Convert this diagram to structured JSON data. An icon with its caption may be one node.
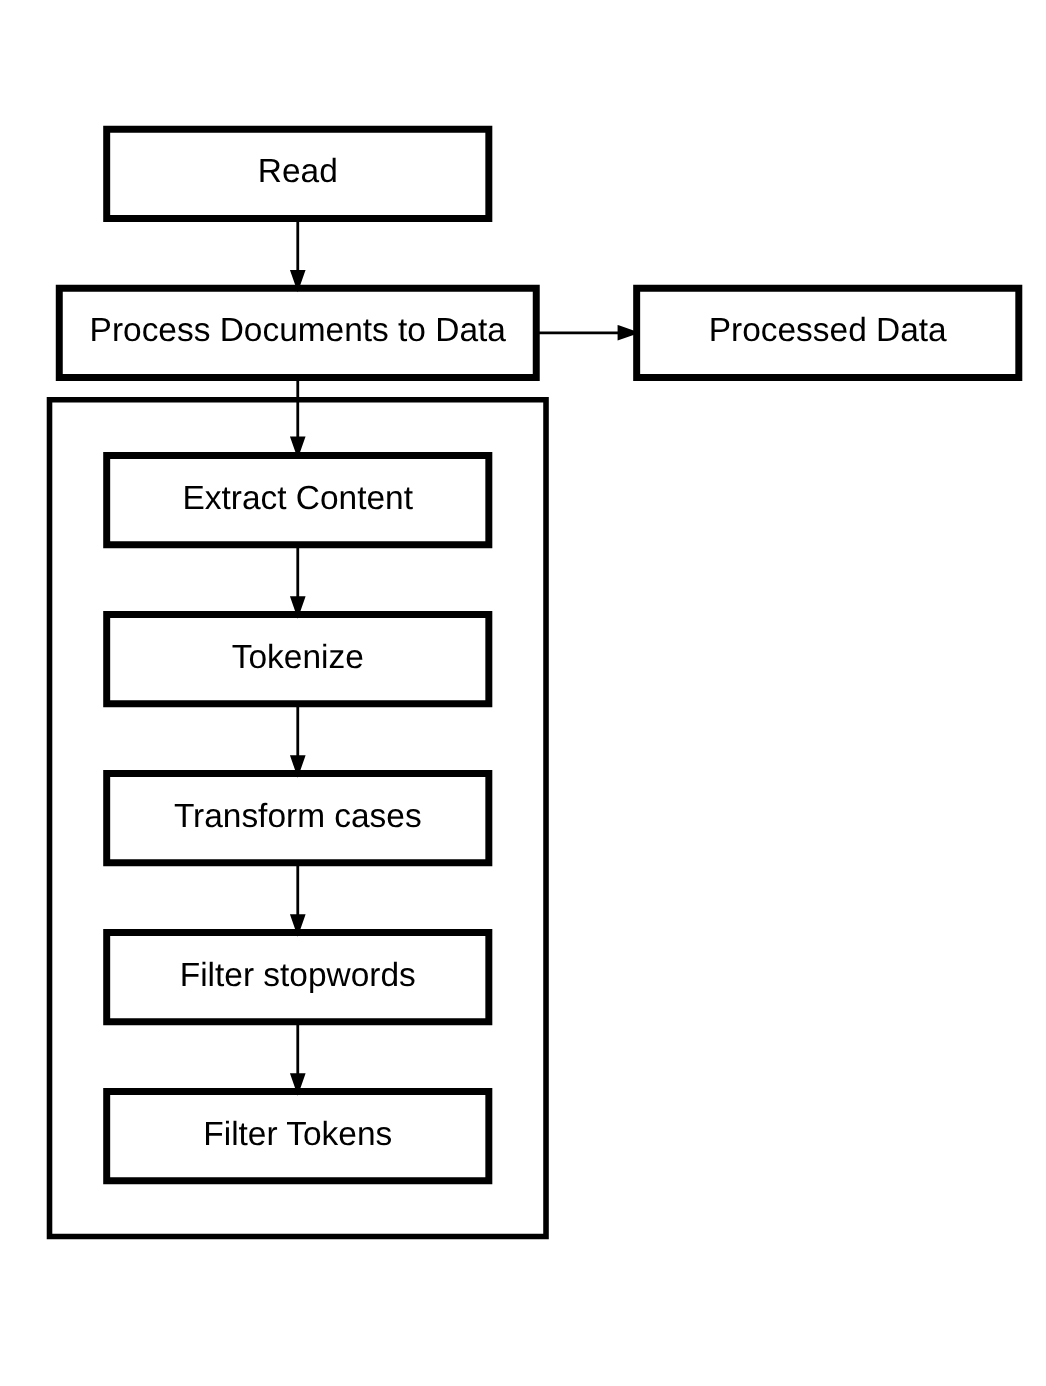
{
  "diagram": {
    "nodes": [
      {
        "text": [
          "Read"
        ]
      },
      {
        "text": [
          "Process Documents to Data"
        ]
      },
      {
        "text": [
          "Processed Data"
        ]
      },
      {
        "text": [],
        "shape": "box"
      },
      {
        "text": [
          "Extract Content"
        ],
        "in": 3
      },
      {
        "text": [
          "Tokenize"
        ],
        "in": 3
      },
      {
        "text": [
          "Transform cases"
        ],
        "in": 3
      },
      {
        "text": [
          "Filter stopwords"
        ],
        "in": 3
      },
      {
        "text": [
          "Filter Tokens"
        ],
        "in": 3
      }
    ],
    "edges": [
      {
        "from": 0,
        "to": 1,
        "arrow": "to"
      },
      {
        "from": 1,
        "to": 2,
        "arrow": "to"
      },
      {
        "from": 1,
        "to": 4,
        "arrow": "to"
      },
      {
        "from": 4,
        "to": 5,
        "arrow": "to"
      },
      {
        "from": 5,
        "to": 6,
        "arrow": "to"
      },
      {
        "from": 6,
        "to": 7,
        "arrow": "to"
      },
      {
        "from": 7,
        "to": 8,
        "arrow": "to"
      }
    ]
  }
}
